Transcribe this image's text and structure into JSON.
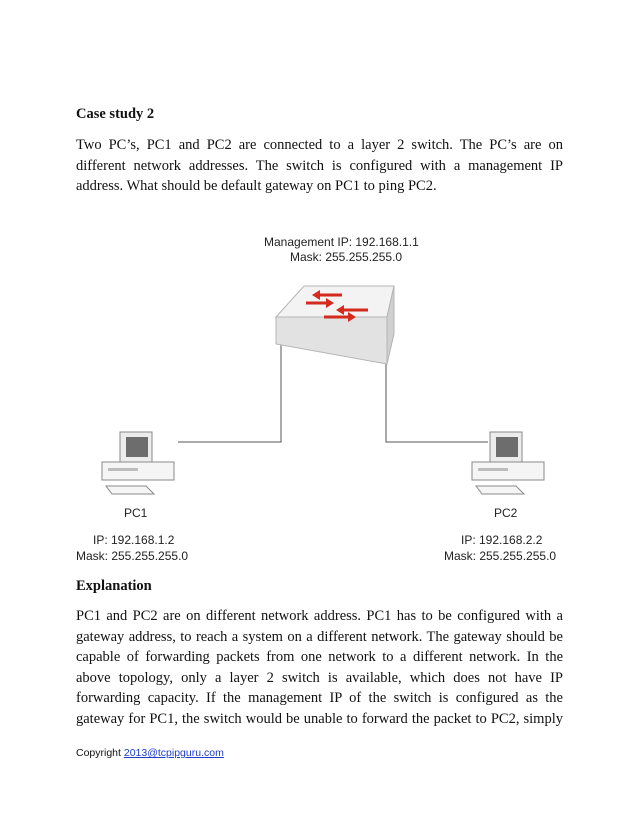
{
  "case_study": {
    "heading": "Case study 2",
    "lines": [
      "Two PC’s, PC1 and PC2 are connected to a layer 2 switch. The PC’s are on",
      "different network addresses. The switch is configured with a management IP",
      "address. What should be default gateway on PC1 to ping PC2."
    ]
  },
  "diagram": {
    "switch": {
      "mgmt_ip": "Management IP:  192.168.1.1",
      "mask": "Mask: 255.255.255.0",
      "icon": "layer2-switch-icon"
    },
    "pc1": {
      "name": "PC1",
      "ip": "IP: 192.168.1.2",
      "mask": "Mask: 255.255.255.0",
      "icon": "desktop-computer-icon"
    },
    "pc2": {
      "name": "PC2",
      "ip": "IP: 192.168.2.2",
      "mask": "Mask: 255.255.255.0",
      "icon": "desktop-computer-icon"
    },
    "colors": {
      "switch_body": "#e6e6e6",
      "arrows": "#d42a20",
      "link": "#555555"
    }
  },
  "explanation": {
    "heading": "Explanation",
    "lines": [
      "PC1 and PC2 are on different network address. PC1 has to be configured with a",
      "gateway address, to reach a system on a different network. The gateway should be",
      "capable of forwarding packets from one network to a different network. In the",
      "above topology, only a layer 2 switch is available, which does not have IP",
      "forwarding capacity. If the management IP of the switch is configured as the",
      "gateway for PC1, the switch would be unable to forward the packet to PC2, simply"
    ]
  },
  "footer": {
    "prefix": "Copyright ",
    "link_text": "2013@tcpipguru.com"
  }
}
